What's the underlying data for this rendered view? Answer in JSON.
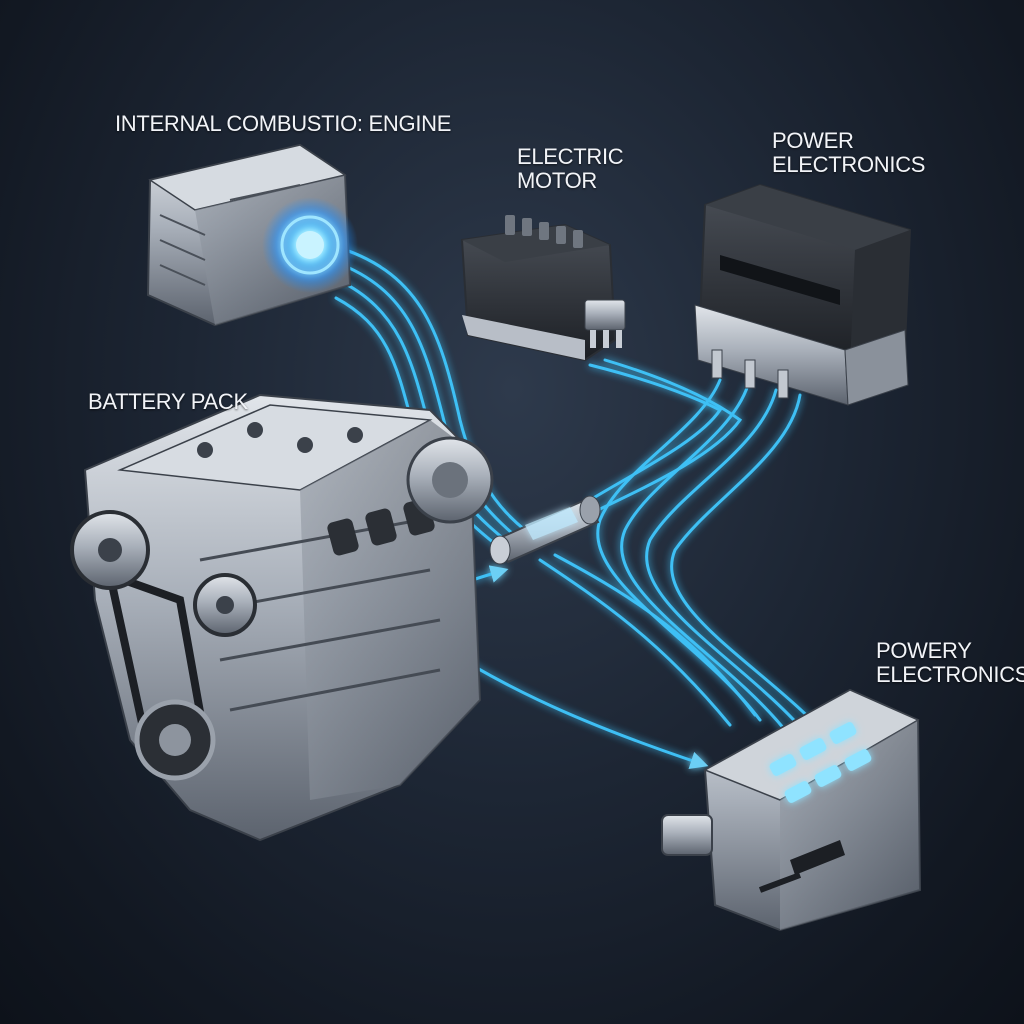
{
  "labels": {
    "ice": "INTERNAL COMBUSTIO: ENGINE",
    "motor_line1": "ELECTRIC",
    "motor_line2": "MOTOR",
    "power_top_line1": "POWER",
    "power_top_line2": "ELECTRONICS",
    "battery": "BATTERY PACK",
    "power_bottom_line1": "POWERY",
    "power_bottom_line2": "ELECTRONICS"
  },
  "colors": {
    "background": "#1d2634",
    "flow_cyan": "#41c8ff",
    "flow_glow": "#1fa0ff",
    "metal_light": "#c9ced6",
    "metal_dark": "#5c636e",
    "label": "#f2f4f8"
  },
  "components": [
    "internal-combustion-engine",
    "electric-motor",
    "power-electronics-top",
    "battery-pack",
    "central-coupler",
    "power-electronics-bottom"
  ]
}
